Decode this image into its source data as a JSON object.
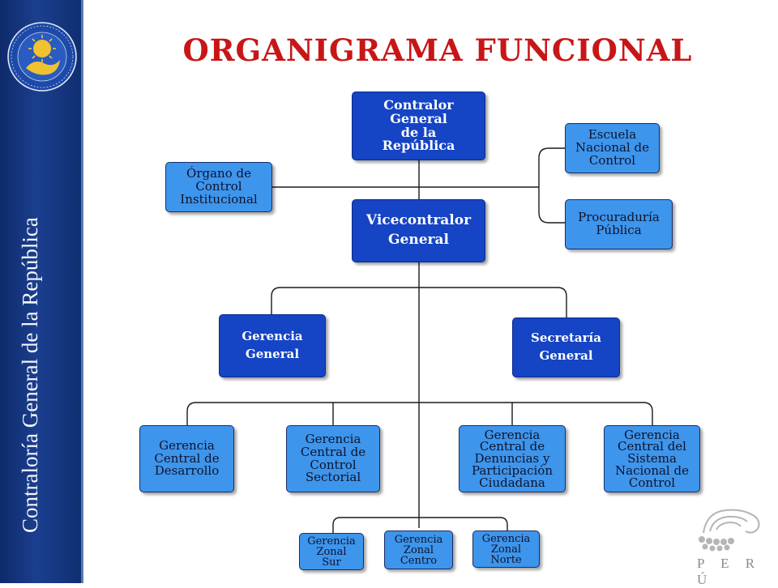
{
  "slide": {
    "title": "ORGANIGRAMA FUNCIONAL",
    "sidebar_text": "Contraloría General de la República",
    "footer_logo_text": "P E R Ú",
    "colors": {
      "title": "#c81616",
      "sidebar": "#1b3f8f",
      "dark_box": "#1544c4",
      "light_box": "#3d95ec"
    }
  },
  "org": {
    "contralor": "Contralor\nGeneral\nde la\nRepública",
    "vicecontralor": "Vicecontralor\nGeneral",
    "oci": "Órgano de\nControl\nInstitucional",
    "escuela": "Escuela\nNacional de\nControl",
    "procuraduria": "Procuraduría\nPública",
    "gerencia_general": "Gerencia\nGeneral",
    "secretaria_general": "Secretaría\nGeneral",
    "gc_desarrollo": "Gerencia\nCentral de\nDesarrollo",
    "gc_control_sectorial": "Gerencia\nCentral  de\nControl\nSectorial",
    "gc_denuncias": "Gerencia\nCentral de\nDenuncias y\nParticipación\nCiudadana",
    "gc_sistema": "Gerencia\nCentral del\nSistema\nNacional de\nControl",
    "gz_sur": "Gerencia\nZonal\nSur",
    "gz_centro": "Gerencia\nZonal\nCentro",
    "gz_norte": "Gerencia\nZonal\nNorte"
  }
}
